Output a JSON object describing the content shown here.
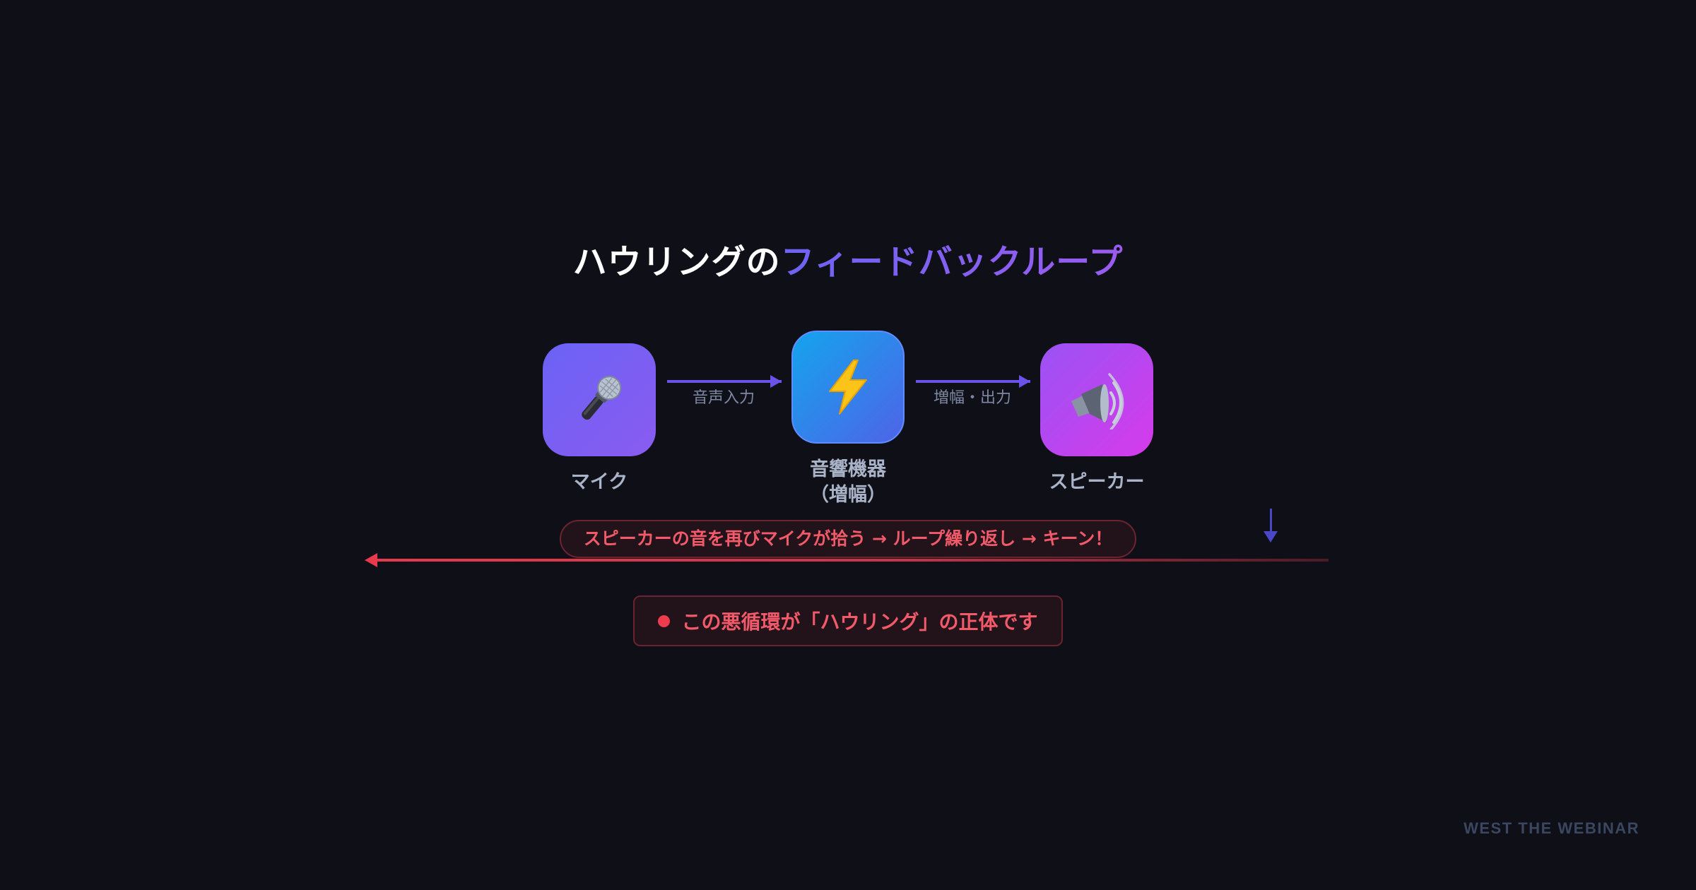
{
  "title": {
    "prefix": "ハウリングの",
    "highlight": "フィードバックループ"
  },
  "nodes": [
    {
      "icon": "microphone-icon",
      "label": "マイク",
      "color": "#6a63f5"
    },
    {
      "icon": "lightning-bolt-icon",
      "label": "音響機器",
      "label_line2": "（増幅）",
      "color": "#14a4ec"
    },
    {
      "icon": "speaker-icon",
      "label": "スピーカー",
      "color": "#c23eee"
    }
  ],
  "edges": [
    {
      "from": "マイク",
      "to": "音響機器",
      "label": "音声入力"
    },
    {
      "from": "音響機器",
      "to": "スピーカー",
      "label": "増幅・出力"
    }
  ],
  "loop": {
    "text": "スピーカーの音を再びマイクが拾う → ループ繰り返し → キーン！",
    "color": "#f25a6a"
  },
  "note": {
    "text": "この悪循環が「ハウリング」の正体です"
  },
  "brand": "WEST THE WEBINAR",
  "colors": {
    "background": "#0f0f17",
    "accent": "#6d63f2",
    "warning": "#ef3b4e"
  }
}
